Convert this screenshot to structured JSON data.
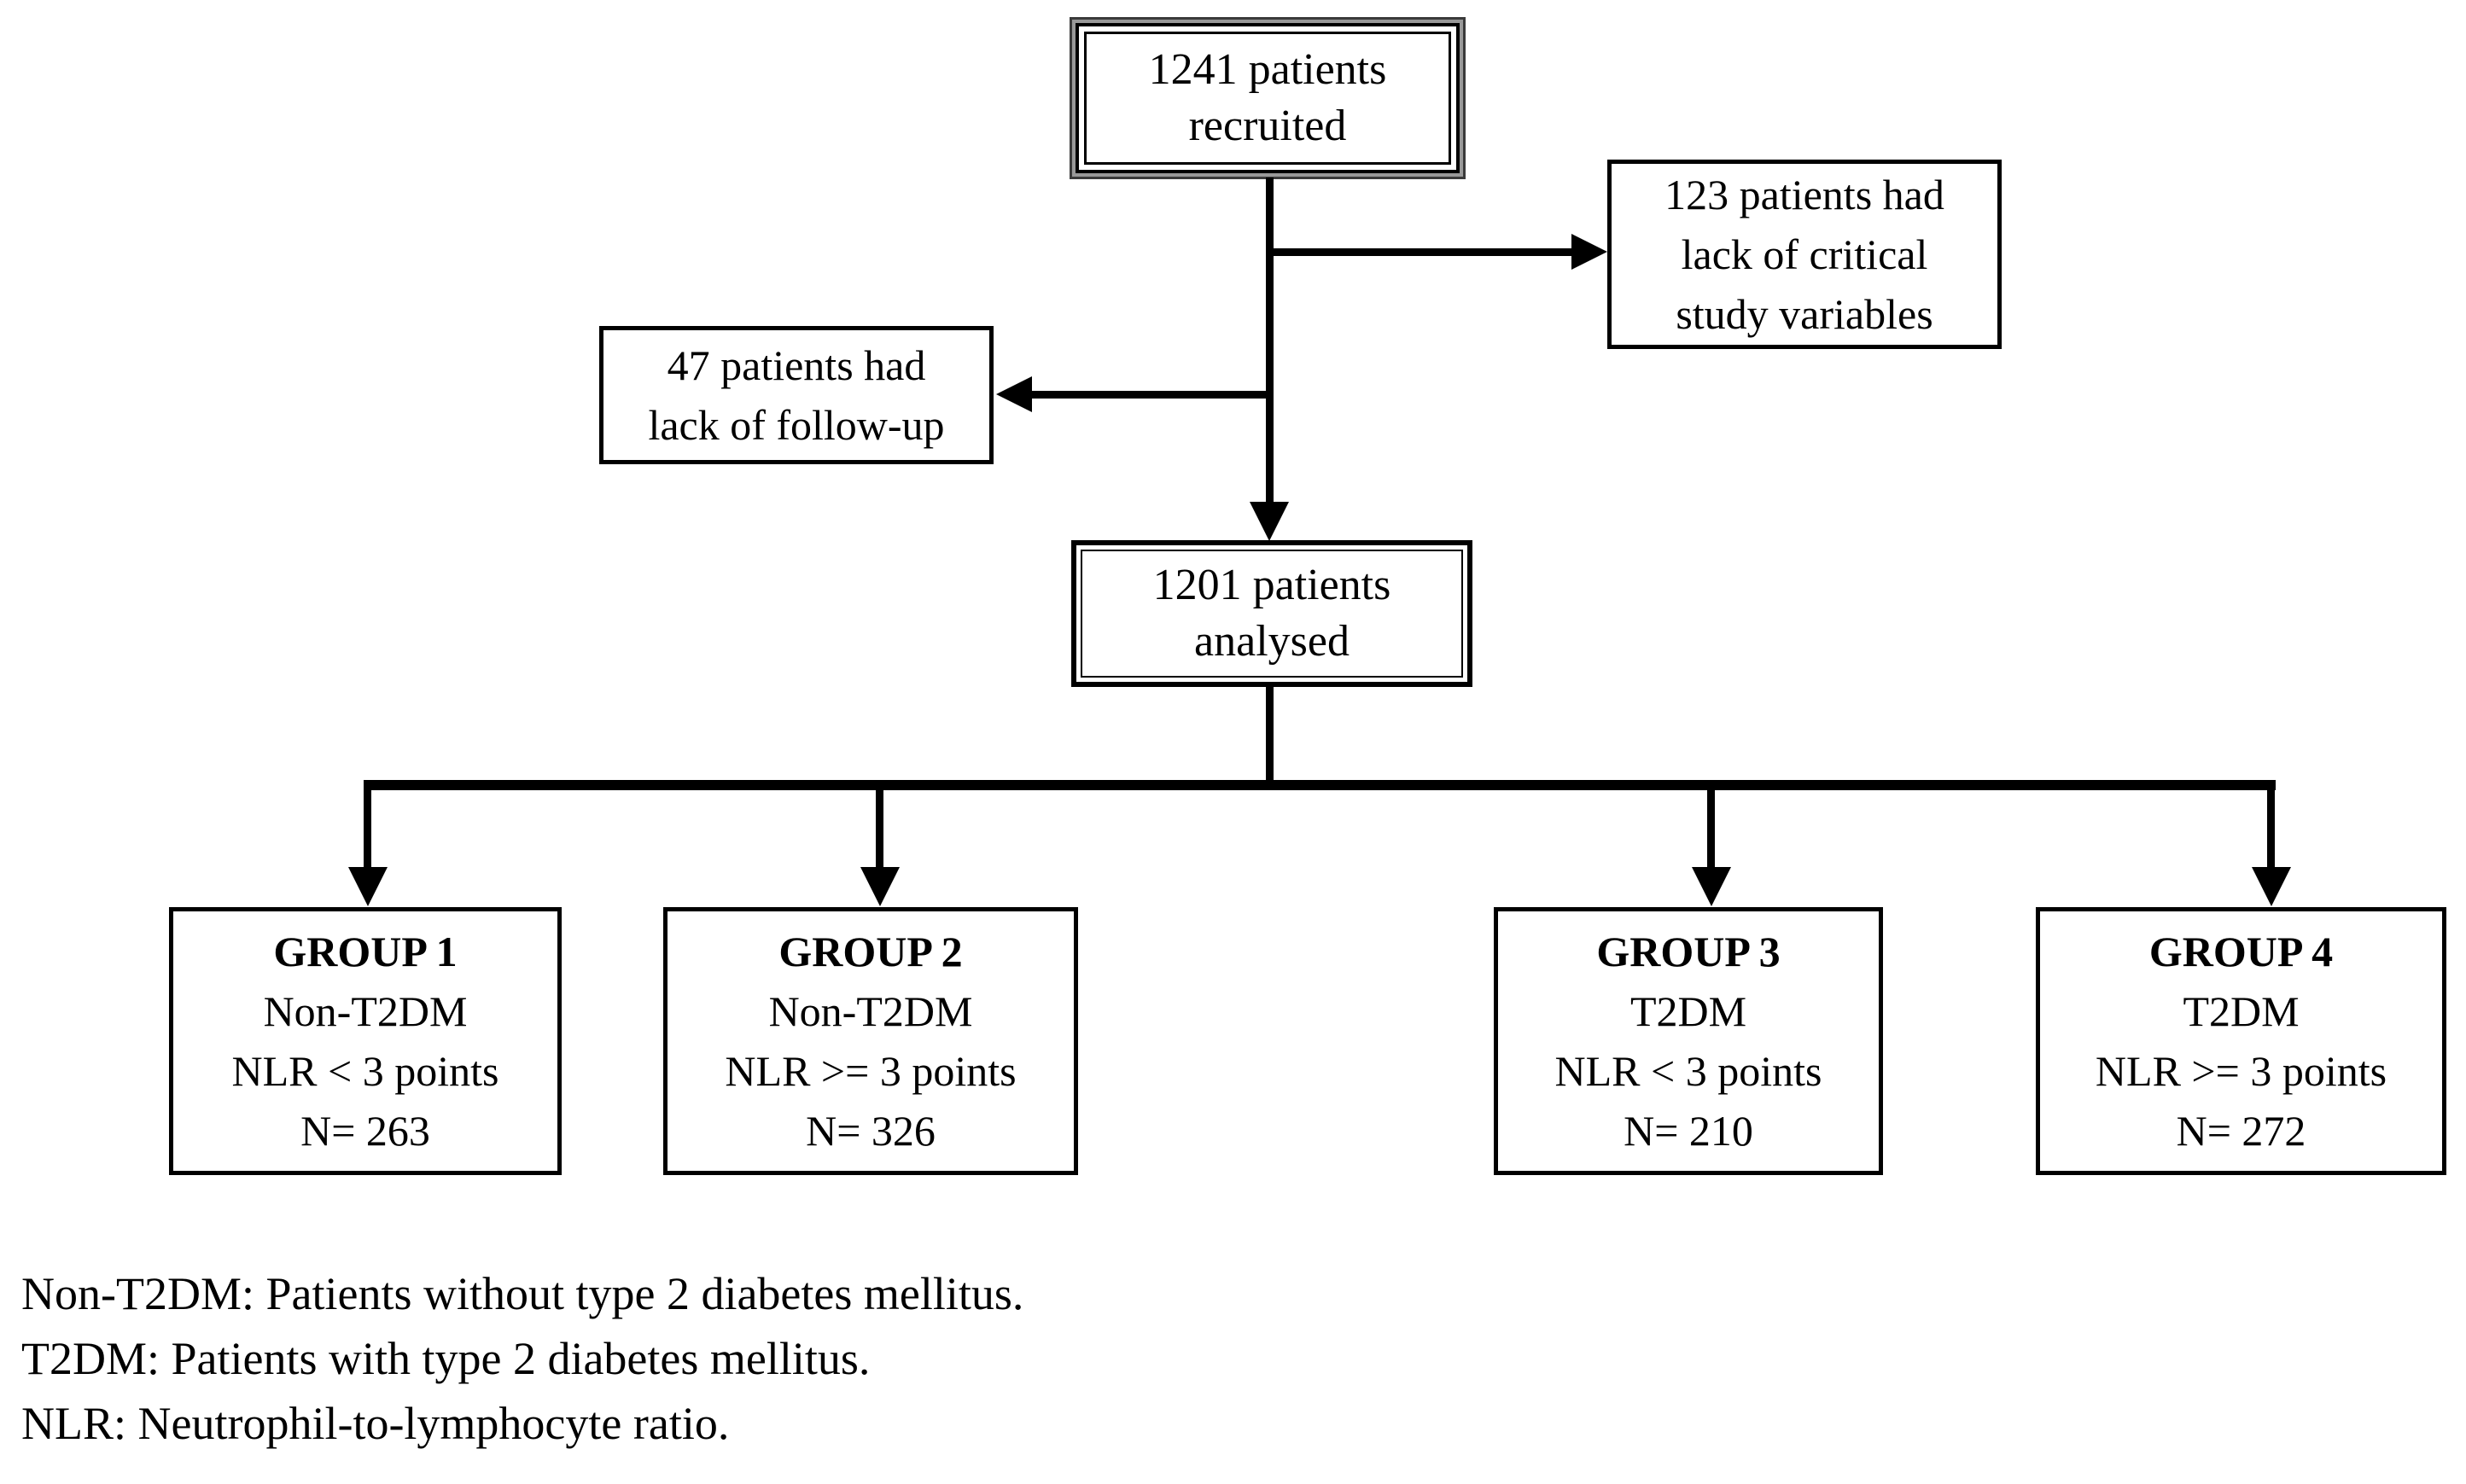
{
  "flowchart": {
    "recruited": {
      "line1": "1241 patients",
      "line2": "recruited"
    },
    "critical": {
      "line1": "123 patients had",
      "line2": "lack of critical",
      "line3": "study variables"
    },
    "followup": {
      "line1": "47 patients had",
      "line2": "lack of follow-up"
    },
    "analysed": {
      "line1": "1201 patients",
      "line2": "analysed"
    },
    "groups": [
      {
        "title": "GROUP 1",
        "cohort": "Non-T2DM",
        "criteria": "NLR < 3 points",
        "n": "N= 263"
      },
      {
        "title": "GROUP 2",
        "cohort": "Non-T2DM",
        "criteria": "NLR >= 3 points",
        "n": "N= 326"
      },
      {
        "title": "GROUP 3",
        "cohort": "T2DM",
        "criteria": "NLR < 3 points",
        "n": "N= 210"
      },
      {
        "title": "GROUP 4",
        "cohort": "T2DM",
        "criteria": "NLR >= 3 points",
        "n": "N= 272"
      }
    ]
  },
  "footnotes": [
    "Non-T2DM: Patients without type 2 diabetes mellitus.",
    "T2DM: Patients with type 2 diabetes mellitus.",
    "NLR: Neutrophil-to-lymphocyte ratio."
  ],
  "colors": {
    "ink": "#000000",
    "background": "#ffffff",
    "fancy_border_gray": "#999999"
  }
}
